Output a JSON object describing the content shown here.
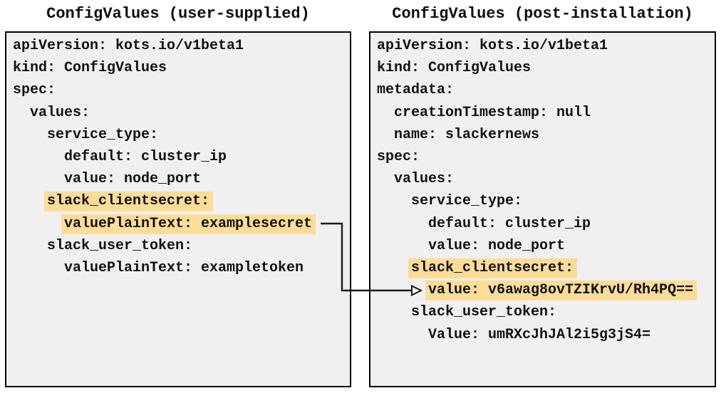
{
  "left_panel": {
    "title": "ConfigValues (user-supplied)",
    "lines": [
      {
        "indent": 0,
        "text": "apiVersion: kots.io/v1beta1",
        "highlight": false
      },
      {
        "indent": 0,
        "text": "kind: ConfigValues",
        "highlight": false
      },
      {
        "indent": 0,
        "text": "spec:",
        "highlight": false
      },
      {
        "indent": 2,
        "text": "values:",
        "highlight": false
      },
      {
        "indent": 4,
        "text": "service_type:",
        "highlight": false
      },
      {
        "indent": 6,
        "text": "default: cluster_ip",
        "highlight": false
      },
      {
        "indent": 6,
        "text": "value: node_port",
        "highlight": false
      },
      {
        "indent": 4,
        "text": "slack_clientsecret:",
        "highlight": true
      },
      {
        "indent": 6,
        "text": "valuePlainText: examplesecret",
        "highlight": true
      },
      {
        "indent": 4,
        "text": "slack_user_token:",
        "highlight": false
      },
      {
        "indent": 6,
        "text": "valuePlainText: exampletoken",
        "highlight": false
      }
    ]
  },
  "right_panel": {
    "title": "ConfigValues (post-installation)",
    "lines": [
      {
        "indent": 0,
        "text": "apiVersion: kots.io/v1beta1",
        "highlight": false
      },
      {
        "indent": 0,
        "text": "kind: ConfigValues",
        "highlight": false
      },
      {
        "indent": 0,
        "text": "metadata:",
        "highlight": false
      },
      {
        "indent": 2,
        "text": "creationTimestamp: null",
        "highlight": false
      },
      {
        "indent": 2,
        "text": "name: slackernews",
        "highlight": false
      },
      {
        "indent": 0,
        "text": "spec:",
        "highlight": false
      },
      {
        "indent": 2,
        "text": "values:",
        "highlight": false
      },
      {
        "indent": 4,
        "text": "service_type:",
        "highlight": false
      },
      {
        "indent": 6,
        "text": "default: cluster_ip",
        "highlight": false
      },
      {
        "indent": 6,
        "text": "value: node_port",
        "highlight": false
      },
      {
        "indent": 4,
        "text": "slack_clientsecret:",
        "highlight": true
      },
      {
        "indent": 6,
        "text": "value: v6awag8ovTZIKrvU/Rh4PQ==",
        "highlight": true
      },
      {
        "indent": 4,
        "text": "slack_user_token:",
        "highlight": false
      },
      {
        "indent": 6,
        "text": "Value: umRXcJhJAl2i5g3jS4=",
        "highlight": false
      }
    ]
  },
  "arrow": {
    "from_text": "valuePlainText: examplesecret",
    "to_text": "value: v6awag8ovTZIKrvU/Rh4PQ=="
  },
  "colors": {
    "highlight": "#fbdd98",
    "panel_bg": "#f0f0f0",
    "panel_border": "#000000",
    "arrow": "#1a1a1a"
  }
}
